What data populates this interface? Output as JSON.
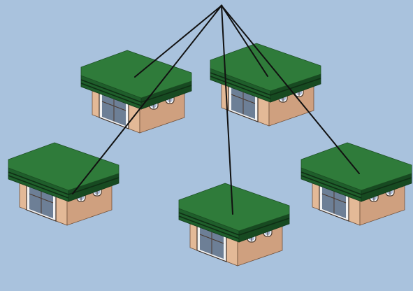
{
  "diagram": {
    "background_color": "#a9c2dd",
    "line_color": "#111111",
    "roof_color": "#2f7b3a",
    "wall_color": "#e3b997",
    "hub": {
      "id": "hub"
    },
    "stores": [
      {
        "id": "store-top-left",
        "icon": "store-building-icon"
      },
      {
        "id": "store-top-right",
        "icon": "store-building-icon"
      },
      {
        "id": "store-bottom-left",
        "icon": "store-building-icon"
      },
      {
        "id": "store-bottom-center",
        "icon": "store-building-icon"
      },
      {
        "id": "store-bottom-right",
        "icon": "store-building-icon"
      }
    ],
    "connections": [
      {
        "from": "hub",
        "to": "store-top-left"
      },
      {
        "from": "hub",
        "to": "store-top-right"
      },
      {
        "from": "hub",
        "to": "store-bottom-left"
      },
      {
        "from": "hub",
        "to": "store-bottom-center"
      },
      {
        "from": "hub",
        "to": "store-bottom-right"
      }
    ]
  }
}
